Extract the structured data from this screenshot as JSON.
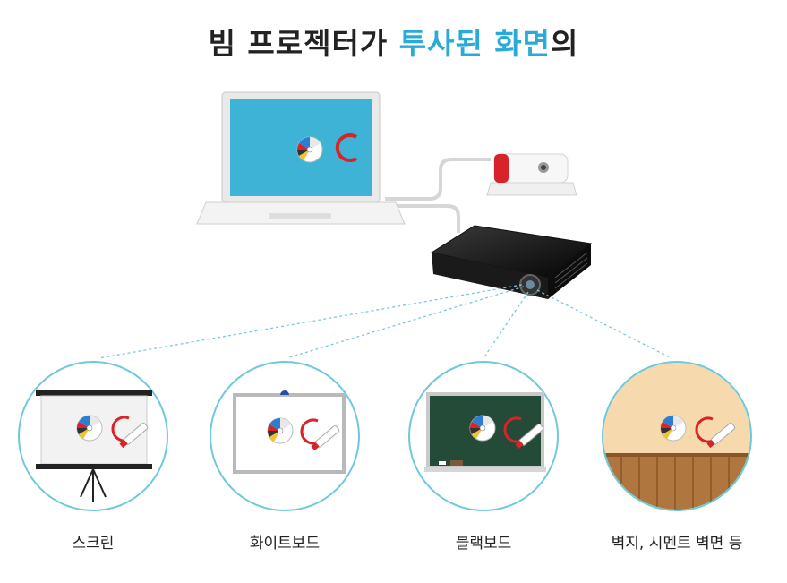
{
  "title": {
    "part1": "빔 프로젝터가 ",
    "highlight1": "투사된",
    "space": " ",
    "highlight2": "화면",
    "part2": "의"
  },
  "surfaces": [
    {
      "label": "스크린"
    },
    {
      "label": "화이트보드"
    },
    {
      "label": "블랙보드"
    },
    {
      "label": "벽지, 시멘트 벽면 등"
    }
  ],
  "colors": {
    "highlight": "#2aaad8",
    "circle_border": "#6ec9dd",
    "laptop_screen": "#3fb3d6",
    "blackboard": "#244a38",
    "wall": "#f6d9ac",
    "wainscot": "#b0763f",
    "red_accent": "#d8232a"
  }
}
